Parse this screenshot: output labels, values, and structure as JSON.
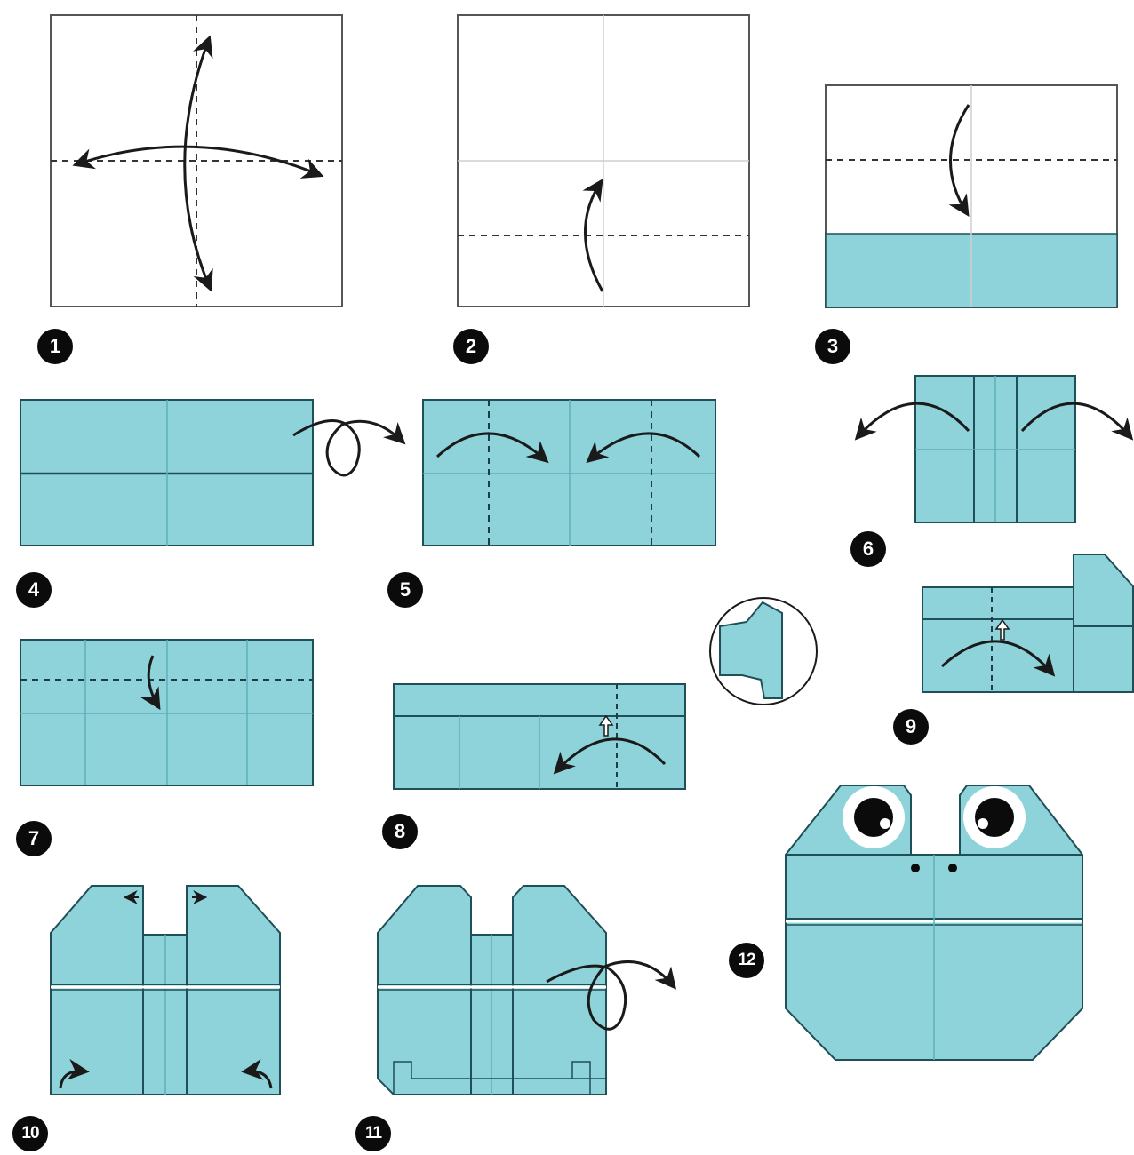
{
  "colors": {
    "paper": "#8ed3da",
    "paper_edge": "#1f4f57",
    "crease": "#5fb0ba",
    "line": "#1a1a1a",
    "white_paper": "#ffffff",
    "badge": "#0b0b0b"
  },
  "steps": [
    {
      "number": "1"
    },
    {
      "number": "2"
    },
    {
      "number": "3"
    },
    {
      "number": "4"
    },
    {
      "number": "5"
    },
    {
      "number": "6"
    },
    {
      "number": "7"
    },
    {
      "number": "8"
    },
    {
      "number": "9"
    },
    {
      "number": "10"
    },
    {
      "number": "11"
    },
    {
      "number": "12"
    }
  ],
  "icons": [
    "fold-arrow-icon",
    "turn-over-icon",
    "valley-fold-line",
    "eye-icon",
    "magnifier-detail-icon"
  ]
}
